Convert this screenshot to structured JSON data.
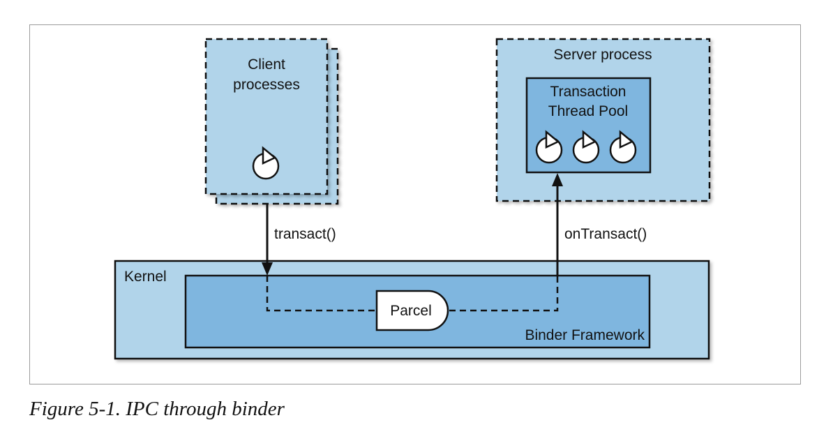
{
  "diagram": {
    "client": {
      "label_line1": "Client",
      "label_line2": "processes"
    },
    "server": {
      "label": "Server process",
      "pool_line1": "Transaction",
      "pool_line2": "Thread Pool"
    },
    "kernel": {
      "label": "Kernel"
    },
    "binder": {
      "label": "Binder Framework"
    },
    "parcel": {
      "label": "Parcel"
    },
    "arrows": {
      "transact": "transact()",
      "on_transact": "onTransact()"
    },
    "colors": {
      "light_fill": "#b1d4ea",
      "medium_fill": "#7fb6df",
      "stroke": "#111111",
      "panel_border": "#9a9a9a"
    },
    "icons": [
      "thread-icon",
      "arrow-down-icon",
      "arrow-up-icon",
      "parcel-shape"
    ]
  },
  "caption": "Figure 5-1. IPC through binder"
}
